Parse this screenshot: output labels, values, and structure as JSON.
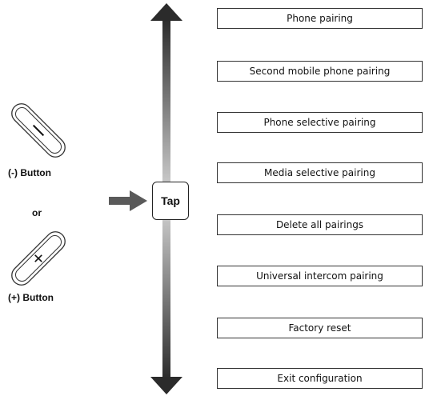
{
  "buttons": {
    "minus_label": "(-) Button",
    "or_label": "or",
    "plus_label": "(+) Button"
  },
  "tap_label": "Tap",
  "menu": [
    "Phone pairing",
    "Second mobile phone pairing",
    "Phone selective pairing",
    "Media selective pairing",
    "Delete all pairings",
    "Universal intercom pairing",
    "Factory reset",
    "Exit configuration"
  ],
  "colors": {
    "arrow_dark": "#2b2b2b",
    "arrow_light": "#d8d8d8",
    "pointer_arrow": "#5a5a5a",
    "box_border": "#333333"
  },
  "icons": {
    "minus_button": "minus-button-icon",
    "plus_button": "plus-button-icon",
    "pointer": "right-arrow-icon",
    "scroll": "double-headed-vertical-arrow-icon"
  }
}
